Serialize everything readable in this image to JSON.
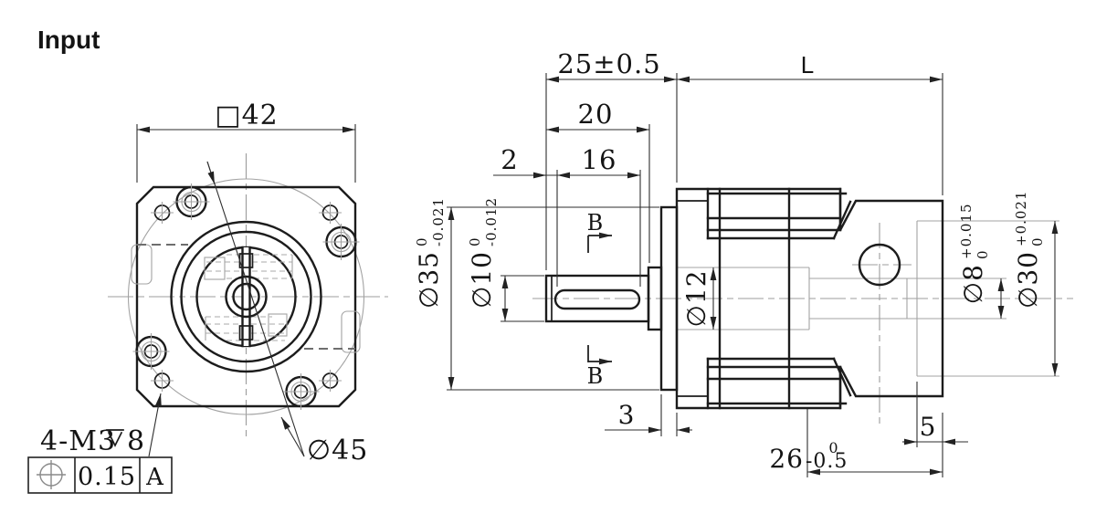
{
  "title": "Input",
  "left_view": {
    "dim_square": "□42",
    "dia45": "∅45",
    "thread": {
      "prefix": "4-M3",
      "suffix": "8",
      "full": "4-M3⊽8",
      "depth_symbol": "depth"
    },
    "frame": {
      "symbol": "position-tolerance",
      "value": "0.15",
      "datum": "A"
    }
  },
  "right_view": {
    "dim_front": "25±0.5",
    "dim_length": "L",
    "dim_shaft": "20",
    "dim_offset": "2",
    "dim_keyway": "16",
    "section": "B",
    "dia35": {
      "main": "∅35",
      "sup": "0",
      "sub": "-0.021"
    },
    "dia10": {
      "main": "∅10",
      "sup": "0",
      "sub": "-0.012"
    },
    "dia12": {
      "main": "∅12"
    },
    "dia8": {
      "main": "∅8",
      "sup": "+0.015",
      "sub": "0"
    },
    "dia30": {
      "main": "∅30",
      "sup": "+0.021",
      "sub": "0"
    },
    "dim_plate": "3",
    "dim_pilot": "5",
    "dim_rear": {
      "main": "26",
      "sup": "0",
      "sub": "-0.5"
    }
  },
  "colors": {
    "line": "#1c1c1c",
    "dim": "#2e2e2e",
    "hidden": "#a3a3a3",
    "background": "#ffffff"
  }
}
